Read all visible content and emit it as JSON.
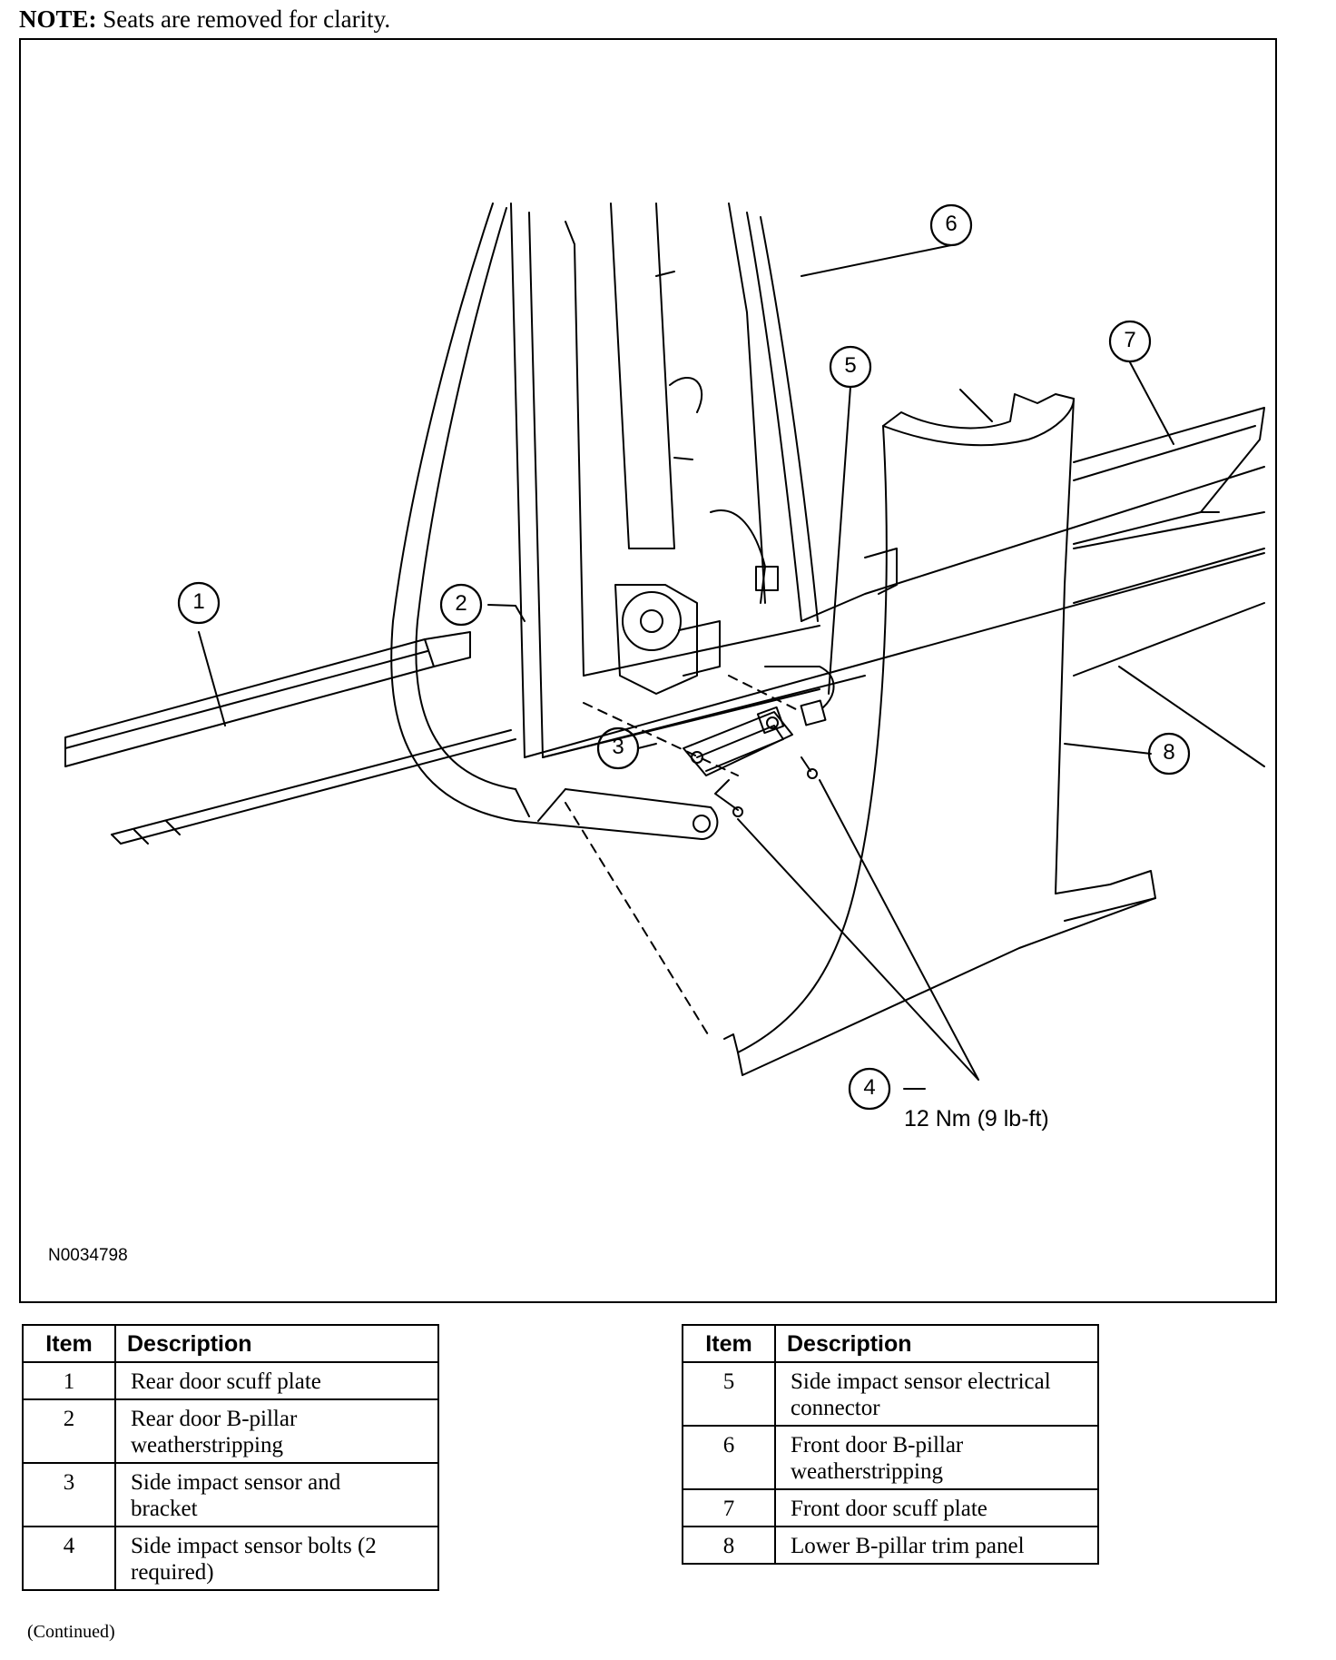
{
  "note": {
    "label": "NOTE:",
    "text": "Seats are removed for clarity."
  },
  "figure": {
    "id": "N0034798",
    "torque_spec": "12 Nm (9 lb-ft)",
    "callouts": [
      "1",
      "2",
      "3",
      "4",
      "5",
      "6",
      "7",
      "8"
    ]
  },
  "legend": {
    "header_item": "Item",
    "header_description": "Description",
    "left_rows": [
      {
        "item": "1",
        "description": "Rear door scuff plate"
      },
      {
        "item": "2",
        "description": "Rear door B-pillar weatherstripping"
      },
      {
        "item": "3",
        "description": "Side impact sensor and bracket"
      },
      {
        "item": "4",
        "description": "Side impact sensor bolts (2 required)"
      }
    ],
    "right_rows": [
      {
        "item": "5",
        "description": "Side impact sensor electrical connector"
      },
      {
        "item": "6",
        "description": "Front door B-pillar weatherstripping"
      },
      {
        "item": "7",
        "description": "Front door scuff plate"
      },
      {
        "item": "8",
        "description": "Lower B-pillar trim panel"
      }
    ]
  },
  "continued": "(Continued)"
}
